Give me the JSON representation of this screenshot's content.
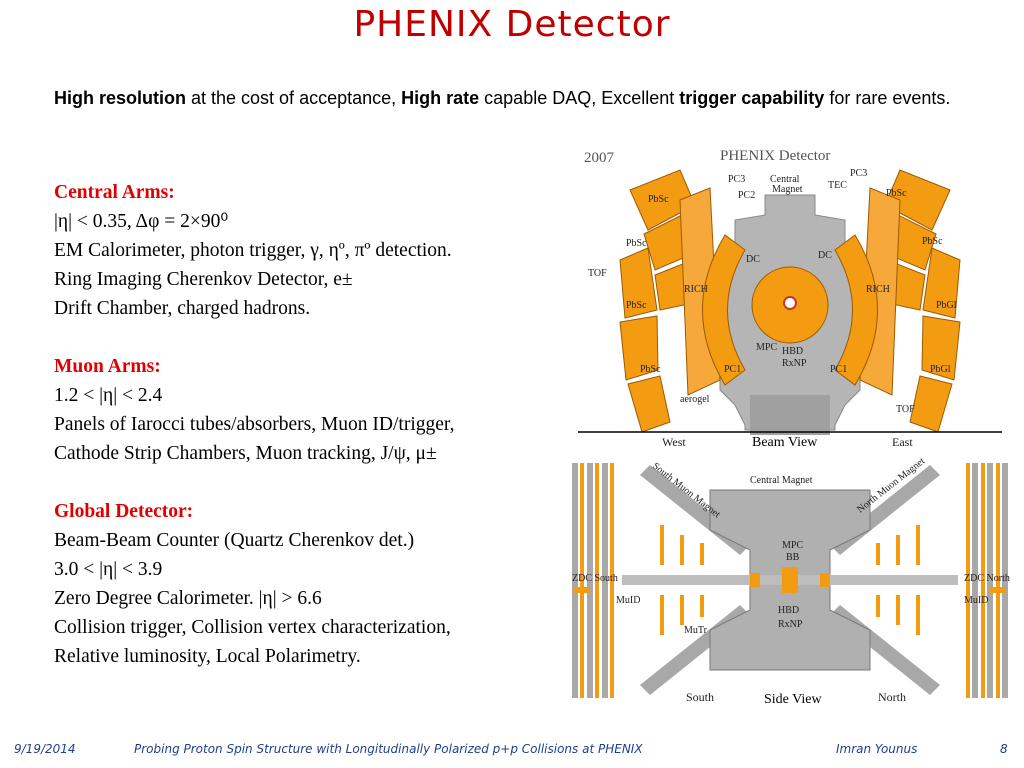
{
  "slide": {
    "title": "PHENIX Detector",
    "intro": [
      {
        "text": "High resolution",
        "bold": true
      },
      {
        "text": " at the cost of acceptance,  ",
        "bold": false
      },
      {
        "text": "High rate",
        "bold": true
      },
      {
        "text": " capable DAQ, Excellent ",
        "bold": false
      },
      {
        "text": "trigger capability",
        "bold": true
      },
      {
        "text": " for rare events.",
        "bold": false
      }
    ],
    "sections": [
      {
        "heading": "Central Arms:",
        "lines": [
          "|η| < 0.35, Δφ = 2×90⁰",
          "EM Calorimeter, photon trigger, γ, ηº, πº detection.",
          "Ring Imaging Cherenkov Detector,  e±",
          "Drift Chamber, charged hadrons."
        ]
      },
      {
        "heading": "Muon Arms:",
        "lines": [
          "1.2 < |η| < 2.4",
          "Panels of Iarocci tubes/absorbers, Muon ID/trigger,",
          "Cathode Strip Chambers, Muon tracking, J/ψ, μ±"
        ]
      },
      {
        "heading": "Global Detector:",
        "lines": [
          "Beam-Beam Counter (Quartz Cherenkov det.)",
          "3.0 < |η| < 3.9",
          "Zero Degree Calorimeter. |η| > 6.6",
          "Collision trigger, Collision vertex characterization,",
          "Relative luminosity, Local Polarimetry."
        ]
      }
    ]
  },
  "figure": {
    "year": "2007",
    "caption": "PHENIX Detector",
    "beam_view": {
      "title": "Beam View",
      "west": "West",
      "east": "East",
      "labels": {
        "pc3_l": "PC3",
        "pc2": "PC2",
        "central_magnet": "Central",
        "central_magnet2": "Magnet",
        "pc3_r": "PC3",
        "tec": "TEC",
        "pbsc_w1": "PbSc",
        "pbsc_w2": "PbSc",
        "pbsc_w3": "PbSc",
        "pbsc_w4": "PbSc",
        "pbsc_e1": "PbSc",
        "pbsc_e2": "PbSc",
        "pbgl_e1": "PbGl",
        "pbgl_e2": "PbGl",
        "tof_l": "TOF",
        "tof_r": "TOF",
        "dc_l": "DC",
        "dc_r": "DC",
        "rich_l": "RICH",
        "rich_r": "RICH",
        "mpc": "MPC",
        "hbd": "HBD",
        "rxnp": "RxNP",
        "pc1_l": "PC1",
        "pc1_r": "PC1",
        "aerogel": "aerogel"
      }
    },
    "side_view": {
      "title": "Side View",
      "south": "South",
      "north": "North",
      "labels": {
        "south_magnet": "South Muon Magnet",
        "north_magnet": "North Muon Magnet",
        "central_magnet": "Central Magnet",
        "mpc": "MPC",
        "bb": "BB",
        "zdc_s": "ZDC South",
        "zdc_n": "ZDC North",
        "muid_l": "MuID",
        "muid_r": "MuID",
        "mutr": "MuTr",
        "hbd": "HBD",
        "rxnp": "RxNP"
      }
    },
    "colors": {
      "detector": "#f39c12",
      "iron": "#a8a8a8",
      "heading": "#e00000",
      "title": "#c00000",
      "footer": "#1f3f8f"
    }
  },
  "footer": {
    "date": "9/19/2014",
    "talk": "Probing Proton Spin Structure with Longitudinally Polarized p+p Collisions at PHENIX",
    "author": "Imran Younus",
    "page": "8"
  }
}
